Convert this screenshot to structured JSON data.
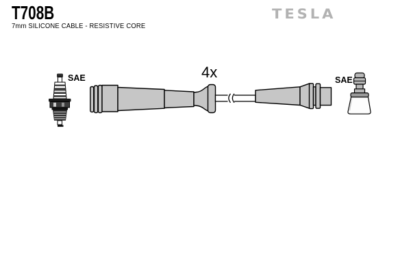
{
  "theme": {
    "brand-gray": "#b2b2b2",
    "cable-gray": "#c6c6c6",
    "terminal-gray": "#b8b8b8",
    "collar-gray": "#9b9b9b",
    "outline": "#000000",
    "page-bg": "#ffffff"
  },
  "header": {
    "part_number": "T708B",
    "description": "7mm SILICONE CABLE - RESISTIVE CORE",
    "brand": "TESLA"
  },
  "diagram": {
    "quantity_label": "4x",
    "left_terminal_standard": "SAE",
    "right_terminal_standard": "SAE",
    "illustrations": {
      "left": "spark-plug-illustration",
      "center": "ignition-cable-illustration",
      "right": "terminal-boot-illustration"
    }
  }
}
